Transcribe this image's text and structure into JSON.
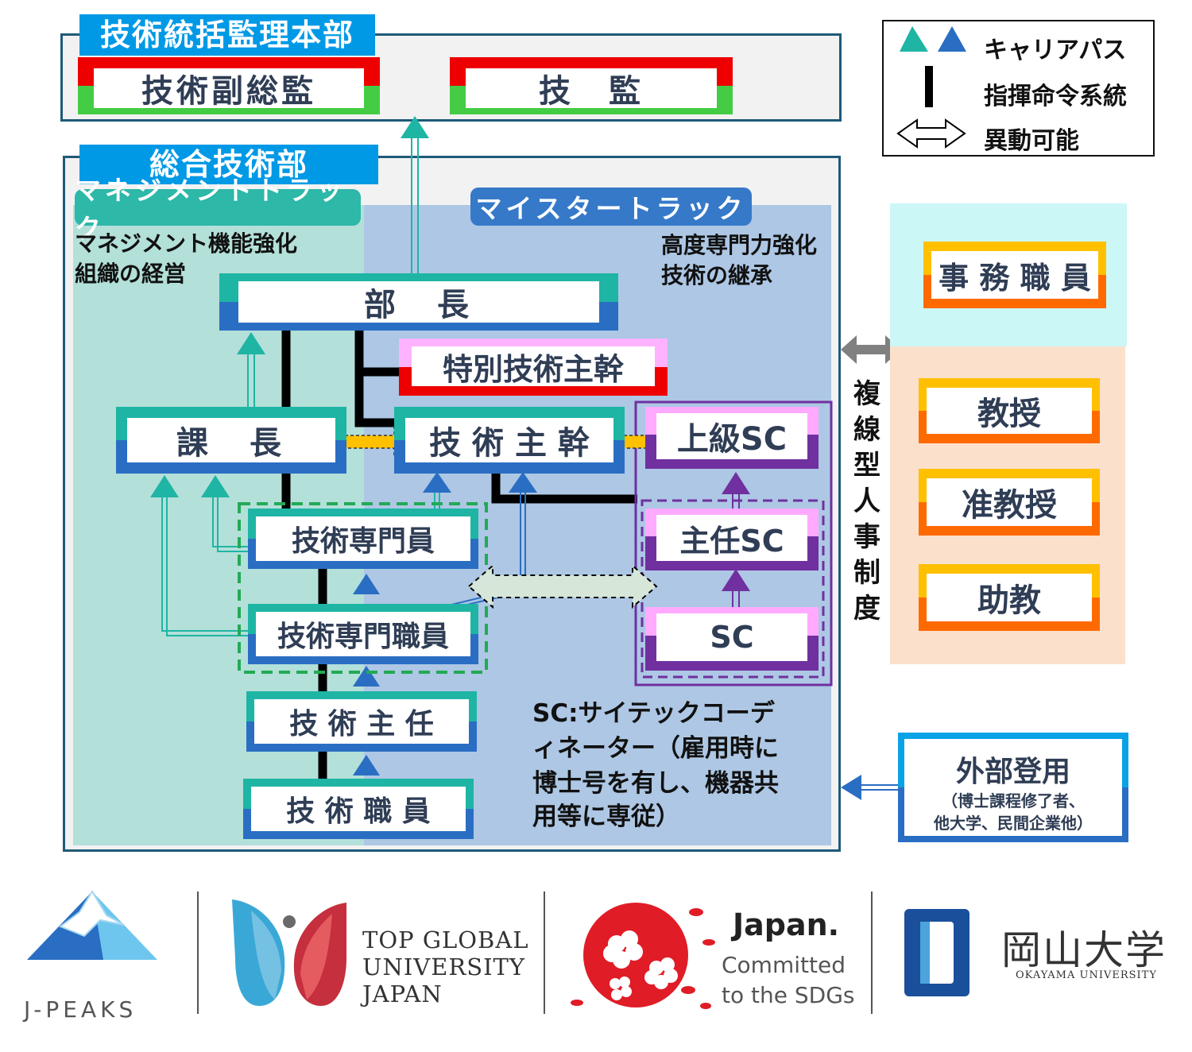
{
  "legend": {
    "career_path": "キャリアパス",
    "command": "指揮命令系統",
    "transfer": "異動可能"
  },
  "top_org": {
    "title": "技術統括監理本部",
    "deputy": "技術副総監",
    "director": "技　監"
  },
  "dept": {
    "title": "総合技術部",
    "management_track": "マネジメントトラック",
    "management_note_1": "マネジメント機能強化",
    "management_note_2": "組織の経営",
    "meister_track": "マイスタートラック",
    "meister_note_1": "高度専門力強化",
    "meister_note_2": "技術の継承",
    "bucho": "部　長",
    "special_chief": "特別技術主幹",
    "kacho": "課　長",
    "chief": "技 術 主 幹",
    "senior_sc": "上級SC",
    "specialist": "技術専門員",
    "specialist_staff": "技術専門職員",
    "chief_sc": "主任SC",
    "sc": "SC",
    "technical_lead": "技 術 主 任",
    "technical_staff": "技 術 職 員",
    "sc_note_1": "SC:サイテックコーデ",
    "sc_note_2": "ィネーター（雇用時に",
    "sc_note_3": "博士号を有し、機器共",
    "sc_note_4": "用等に専従）"
  },
  "side": {
    "admin": "事 務 職 員",
    "professor": "教授",
    "assoc_professor": "准教授",
    "assistant_professor": "助教",
    "dual_system": [
      "複",
      "線",
      "型",
      "人",
      "事",
      "制",
      "度"
    ],
    "external": "外部登用",
    "external_sub_1": "（博士課程修了者、",
    "external_sub_2": "他大学、民間企業他）"
  },
  "logos": {
    "jpeaks": "J-PEAKS",
    "tgu_1": "TOP GLOBAL",
    "tgu_2": "UNIVERSITY",
    "tgu_3": "JAPAN",
    "japan": "Japan.",
    "sdg_1": "Committed",
    "sdg_2": "to the SDGs",
    "okayama": "岡山大学",
    "okayama_en": "OKAYAMA UNIVERSITY"
  },
  "colors": {
    "teal": "#1fb5a4",
    "blue": "#2a6ec3",
    "header": "#0099e6",
    "purple": "#7030a0",
    "orange": "#ff6a00",
    "yellow": "#ffc000"
  }
}
